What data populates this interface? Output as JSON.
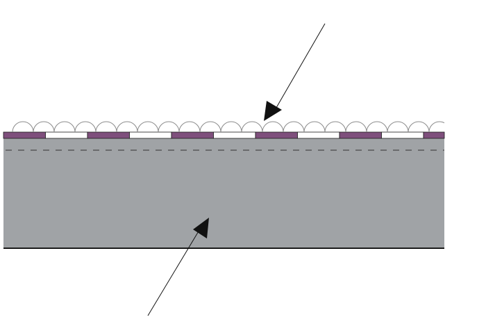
{
  "diagram": {
    "colors": {
      "background": "#ffffff",
      "substrate": "#a0a3a6",
      "substrate_edge": "#1a1a1a",
      "layer_segment": "#7e4f7c",
      "layer_segment_outline": "#1a1a1a",
      "gap_segment": "#ffffff",
      "bump_outline": "#8a8a8a",
      "dashed_line": "#333333",
      "arrow": "#111111"
    },
    "pattern": {
      "period_count": 5,
      "bumps_per_segment": 2,
      "alternating_segments": [
        "layer_segment",
        "gap_segment"
      ]
    },
    "arrows": [
      {
        "name": "incoming-arrow",
        "direction": "down-left"
      },
      {
        "name": "outgoing-arrow",
        "direction": "up-right"
      }
    ]
  }
}
